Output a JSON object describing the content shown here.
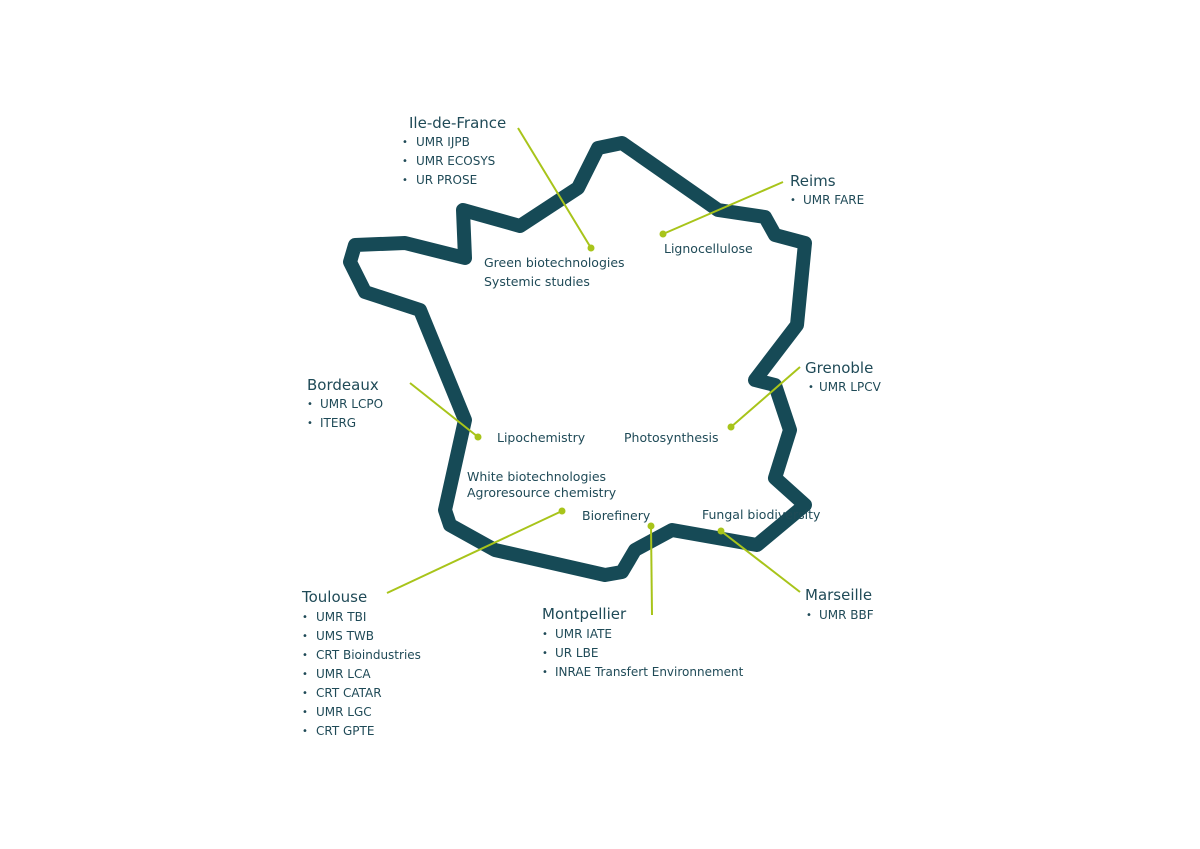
{
  "colors": {
    "outline": "#164a56",
    "leader": "#a8c41a",
    "text": "#1f4a57"
  },
  "cities": {
    "idf": {
      "name": "Ile-de-France",
      "items": [
        "UMR IJPB",
        "UMR ECOSYS",
        "UR PROSE"
      ]
    },
    "reims": {
      "name": "Reims",
      "items": [
        "UMR FARE"
      ]
    },
    "grenoble": {
      "name": "Grenoble",
      "items": [
        "UMR LPCV"
      ]
    },
    "bordeaux": {
      "name": "Bordeaux",
      "items": [
        "UMR LCPO",
        "ITERG"
      ]
    },
    "toulouse": {
      "name": "Toulouse",
      "items": [
        "UMR TBI",
        "UMS TWB",
        "CRT Bioindustries",
        "UMR LCA",
        "CRT CATAR",
        "UMR LGC",
        "CRT GPTE"
      ]
    },
    "montpellier": {
      "name": "Montpellier",
      "items": [
        "UMR IATE",
        "UR LBE",
        "INRAE Transfert Environnement"
      ]
    },
    "marseille": {
      "name": "Marseille",
      "items": [
        "UMR BBF"
      ]
    }
  },
  "topics": {
    "green": "Green biotechnologies",
    "systemic": "Systemic studies",
    "ligno": "Lignocellulose",
    "lipo": "Lipochemistry",
    "photo": "Photosynthesis",
    "white": "White biotechnologies",
    "agro": "Agroresource chemistry",
    "bioref": "Biorefinery",
    "fungal": "Fungal biodiversity"
  }
}
